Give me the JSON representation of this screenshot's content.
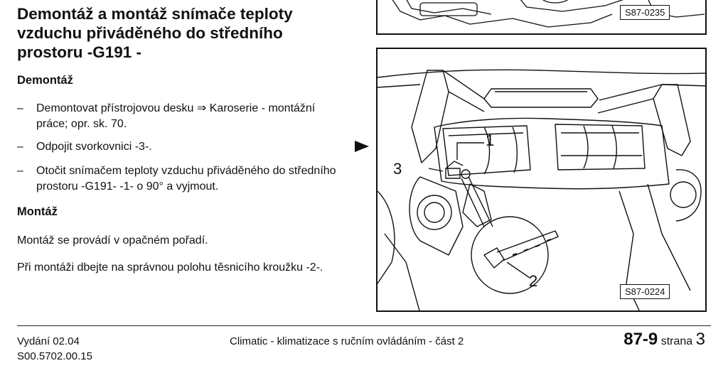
{
  "title": "Demontáž a montáž snímače teploty vzduchu přiváděného do středního prostoru -G191 -",
  "removal": {
    "heading": "Demontáž",
    "steps": [
      "Demontovat přístrojovou desku ⇒ Karoserie - montážní práce; opr. sk. 70.",
      "Odpojit svorkovnici -3-.",
      "Otočit snímačem teploty vzduchu přiváděného do středního prostoru -G191- -1- o 90° a vyjmout."
    ],
    "dash": "–"
  },
  "installation": {
    "heading": "Montáž",
    "para1": "Montáž se provádí v opačném pořadí.",
    "para2": "Při montáži dbejte na správnou polohu těsnicího kroužku -2-."
  },
  "figures": [
    {
      "code": "S87-0235"
    },
    {
      "code": "S87-0224",
      "callouts": [
        "1",
        "2",
        "3"
      ]
    }
  ],
  "footer": {
    "edition": "Vydání 02.04",
    "doc_number": "S00.5702.00.15",
    "center": "Climatic - klimatizace s ručním ovládáním - část 2",
    "chapter": "87-9",
    "page_word": "strana",
    "page_number": "3"
  }
}
